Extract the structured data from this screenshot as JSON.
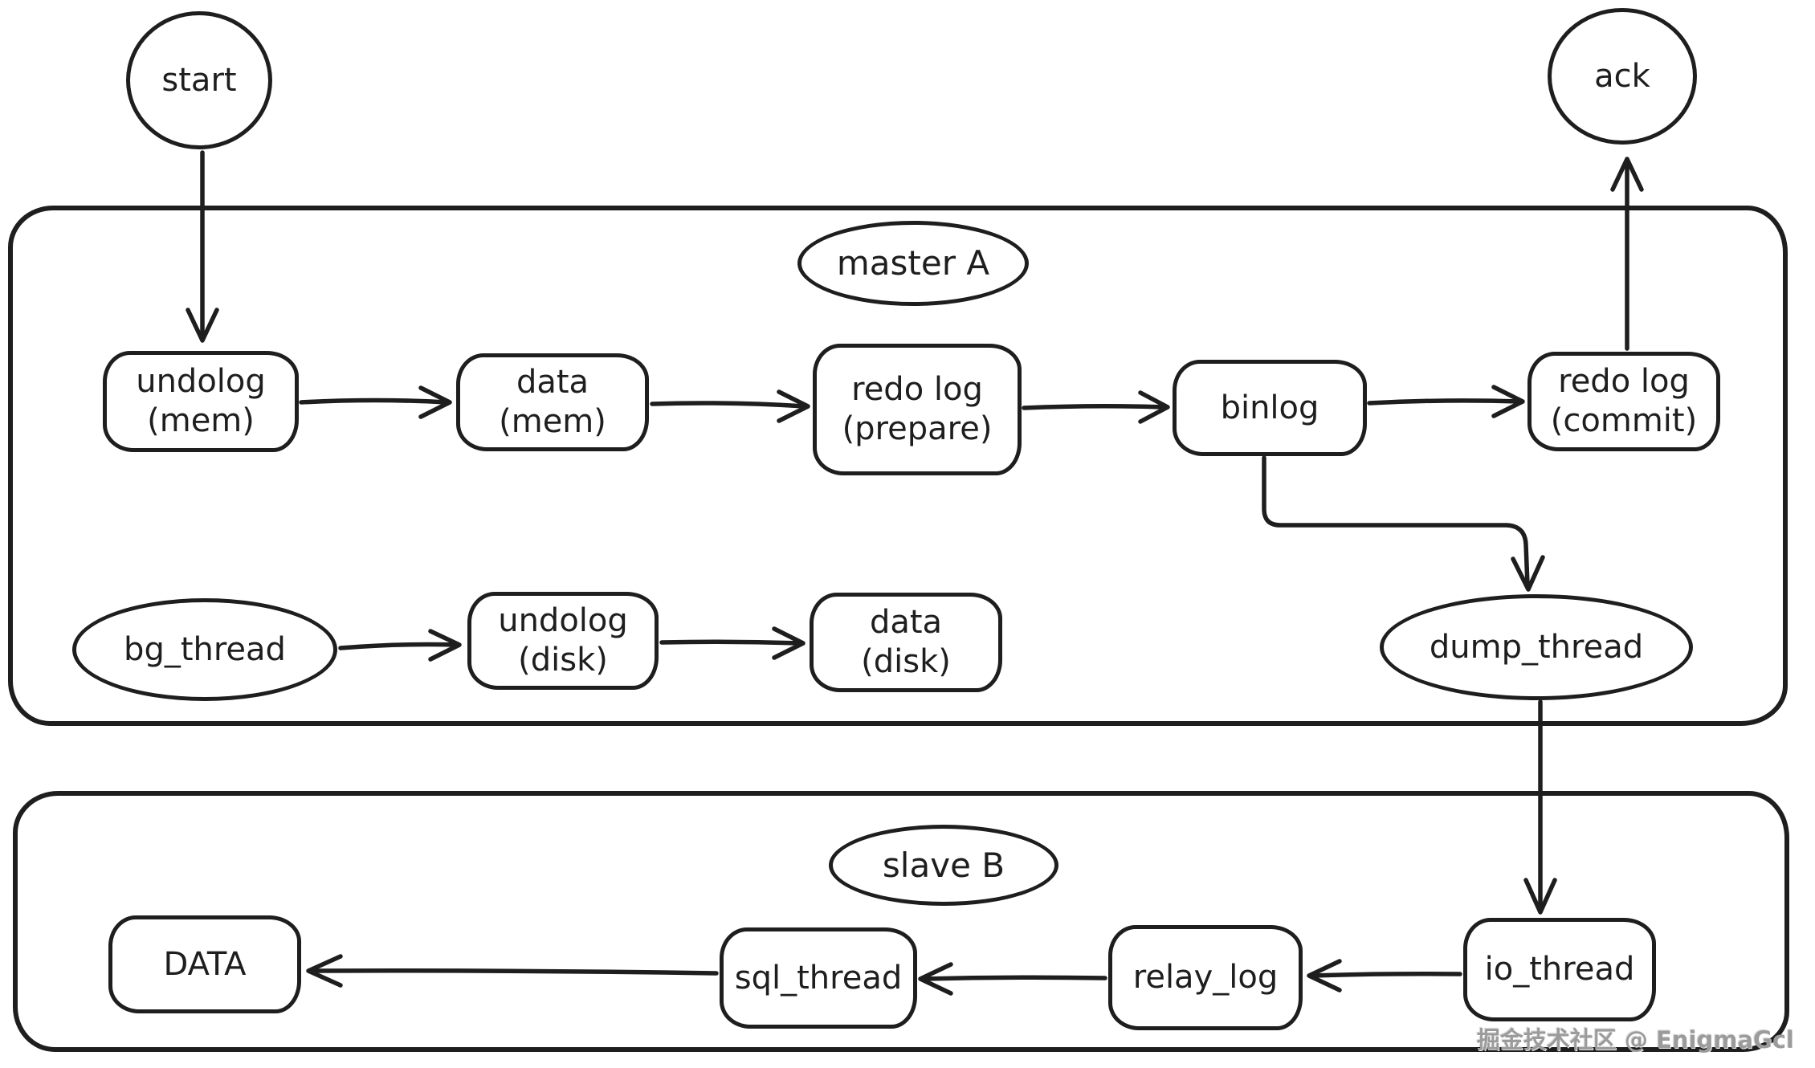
{
  "canvas": {
    "background": "#ffffff",
    "stroke_color": "#1e1e1e"
  },
  "external": {
    "start": {
      "label": "start"
    },
    "ack": {
      "label": "ack"
    }
  },
  "master": {
    "label": "master A",
    "nodes": {
      "undolog_mem": {
        "line1": "undolog",
        "line2": "(mem)"
      },
      "data_mem": {
        "line1": "data",
        "line2": "(mem)"
      },
      "redo_prepare": {
        "line1": "redo log",
        "line2": "(prepare)"
      },
      "binlog": {
        "label": "binlog"
      },
      "redo_commit": {
        "line1": "redo log",
        "line2": "(commit)"
      },
      "bg_thread": {
        "label": "bg_thread"
      },
      "undolog_disk": {
        "line1": "undolog",
        "line2": "(disk)"
      },
      "data_disk": {
        "line1": "data",
        "line2": "(disk)"
      },
      "dump_thread": {
        "label": "dump_thread"
      }
    }
  },
  "slave": {
    "label": "slave B",
    "nodes": {
      "data": {
        "label": "DATA"
      },
      "sql_thread": {
        "label": "sql_thread"
      },
      "relay_log": {
        "label": "relay_log"
      },
      "io_thread": {
        "label": "io_thread"
      }
    }
  },
  "edges": [
    {
      "from": "start",
      "to": "undolog (mem)"
    },
    {
      "from": "undolog (mem)",
      "to": "data (mem)"
    },
    {
      "from": "data (mem)",
      "to": "redo log (prepare)"
    },
    {
      "from": "redo log (prepare)",
      "to": "binlog"
    },
    {
      "from": "binlog",
      "to": "redo log (commit)"
    },
    {
      "from": "redo log (commit)",
      "to": "ack"
    },
    {
      "from": "binlog",
      "to": "dump_thread"
    },
    {
      "from": "bg_thread",
      "to": "undolog (disk)"
    },
    {
      "from": "undolog (disk)",
      "to": "data (disk)"
    },
    {
      "from": "dump_thread",
      "to": "io_thread"
    },
    {
      "from": "io_thread",
      "to": "relay_log"
    },
    {
      "from": "relay_log",
      "to": "sql_thread"
    },
    {
      "from": "sql_thread",
      "to": "DATA"
    }
  ],
  "watermark": {
    "text": "掘金技术社区 @ EnigmaGcl",
    "color": "#9b9b9b"
  }
}
